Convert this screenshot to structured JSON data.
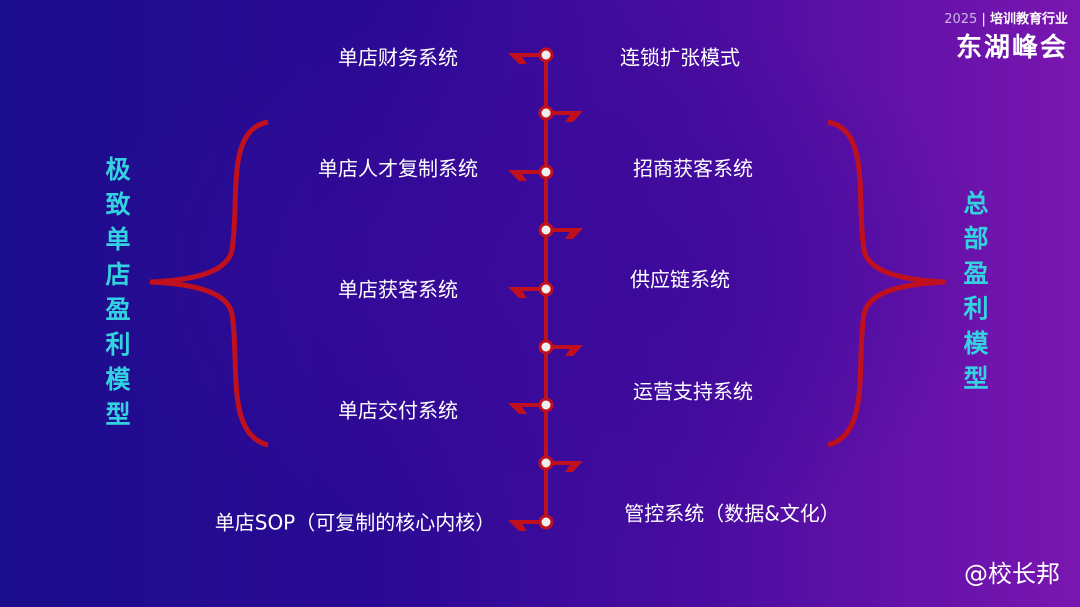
{
  "logo": {
    "year": "2025",
    "subtitle": "培训教育行业",
    "title": "东湖峰会"
  },
  "left_title": "极致单店盈利模型",
  "right_title": "总部盈利模型",
  "left_items": [
    "单店财务系统",
    "单店人才复制系统",
    "单店获客系统",
    "单店交付系统",
    "单店SOP（可复制的核心内核）"
  ],
  "right_items": [
    "连锁扩张模式",
    "招商获客系统",
    "供应链系统",
    "运营支持系统",
    "管控系统（数据&文化）"
  ],
  "watermark": "@校长邦",
  "colors": {
    "accent": "#c0101e",
    "title_text": "#34d2e0"
  }
}
